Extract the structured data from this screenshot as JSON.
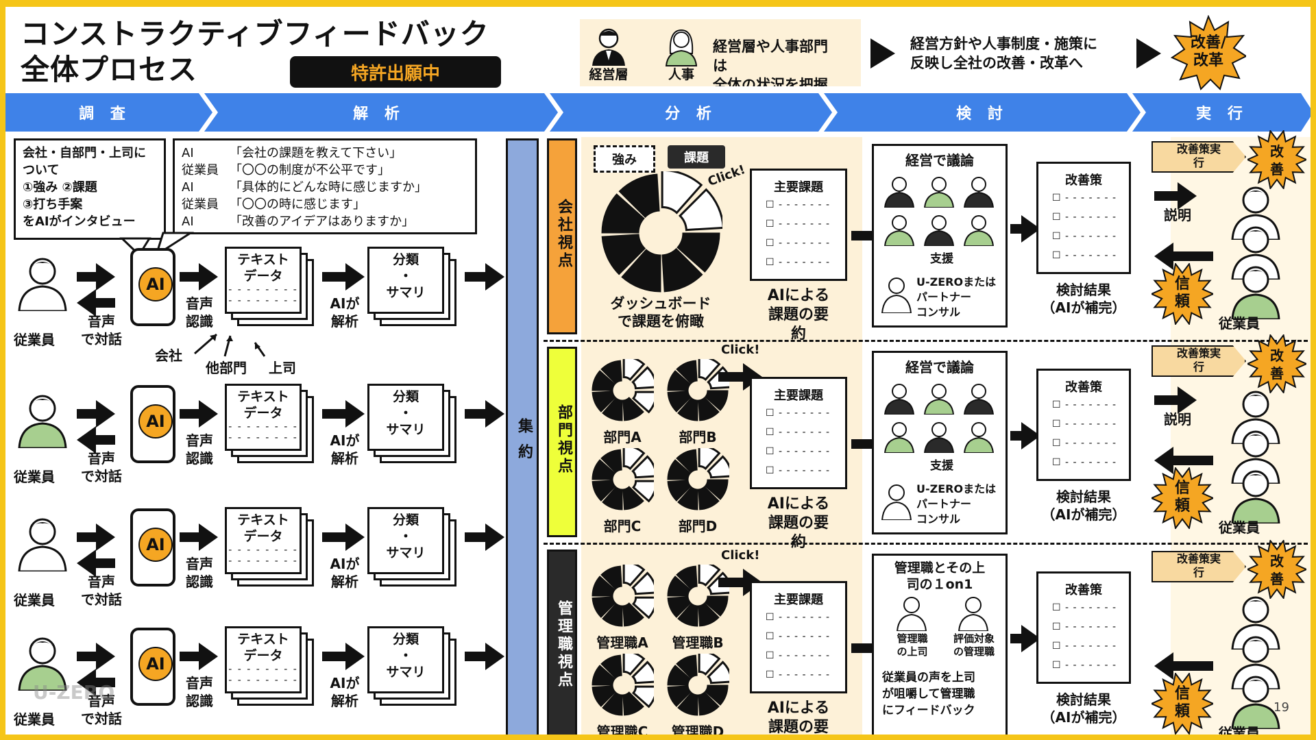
{
  "title": {
    "line1": "コンストラクティブフィードバック",
    "line2": "全体プロセス"
  },
  "patent": "特許出願中",
  "top": {
    "role_exec": "経営層",
    "role_hr": "人事",
    "grasp_text": [
      "経営層や人事部門",
      "は",
      "全体の状況を把握"
    ],
    "reflect_text": [
      "経営方針や人事制度・施策に",
      "反映し全社の改善・改革へ"
    ],
    "burst": [
      "改善/",
      "改革"
    ]
  },
  "phases": [
    "調 査",
    "解 析",
    "分 析",
    "検 討",
    "実 行"
  ],
  "survey": {
    "callout_lines": [
      "会社・自部門・上司に",
      "ついて",
      "①強み ②課題",
      "③打ち手案",
      "をAIがインタビュー"
    ],
    "dialog_speakers": [
      "AI",
      "従業員",
      "AI",
      "従業員",
      "AI"
    ],
    "dialog_lines": [
      "「会社の課題を教えて下さい」",
      "「〇〇の制度が不公平です」",
      "「具体的にどんな時に感じますか」",
      "「〇〇の時に感じます」",
      "「改善のアイデアはありますか」"
    ],
    "employee": "従業員",
    "voice_dialog": [
      "音声",
      "で対話"
    ],
    "ai_letter": "AI",
    "voice_recognition": [
      "音声",
      "認識"
    ],
    "text_data": [
      "テキスト",
      "データ"
    ],
    "ai_analysis": [
      "AIが",
      "解析"
    ],
    "classify": [
      "分類",
      "・",
      "サマリ"
    ],
    "targets": [
      "会社",
      "他部門",
      "上司"
    ],
    "aggregate": "集 約",
    "dash_line": "- - - - - - - -"
  },
  "views": [
    {
      "label": "会社視点",
      "color": "#F5A23A"
    },
    {
      "label": "部門視点",
      "color": "#EEFF3A"
    },
    {
      "label": "管理職視点",
      "color": "#2A2A2A"
    }
  ],
  "analysis": {
    "strength": "強み",
    "issue": "課題",
    "click": "Click!",
    "dashboard": [
      "ダッシュボード",
      "で課題を俯瞰"
    ],
    "depts": [
      "部門A",
      "部門B",
      "部門C",
      "部門D"
    ],
    "managers": [
      "管理職A",
      "管理職B",
      "管理職C",
      "管理職D"
    ],
    "main_issue": "主要課題",
    "ai_summary": [
      "AIによる",
      "課題の要",
      "約"
    ],
    "checkbox_row": "☐ - - - - - - -"
  },
  "review": {
    "mgmt_discussion": "経営で議論",
    "support": "支援",
    "consult": [
      "U-ZEROまたは",
      "パートナー",
      "コンサル"
    ],
    "one_on_one": [
      "管理職とその上",
      "司の１on1"
    ],
    "boss_label": [
      "管理職",
      "の上司"
    ],
    "target_label": [
      "評価対象",
      "の管理職"
    ],
    "feedback_text": [
      "従業員の声を上司",
      "が咀嚼して管理職",
      "にフィードバック"
    ],
    "improvement": "改善策",
    "result": [
      "検討結果",
      "（AIが補完）"
    ]
  },
  "execute": {
    "tag": [
      "改善策実",
      "行"
    ],
    "burst_improve": [
      "改",
      "善"
    ],
    "explain": "説明",
    "trust": [
      "信",
      "頼"
    ],
    "employee": "従業員"
  },
  "logo_text": "U-ZERO",
  "page_number": "19"
}
